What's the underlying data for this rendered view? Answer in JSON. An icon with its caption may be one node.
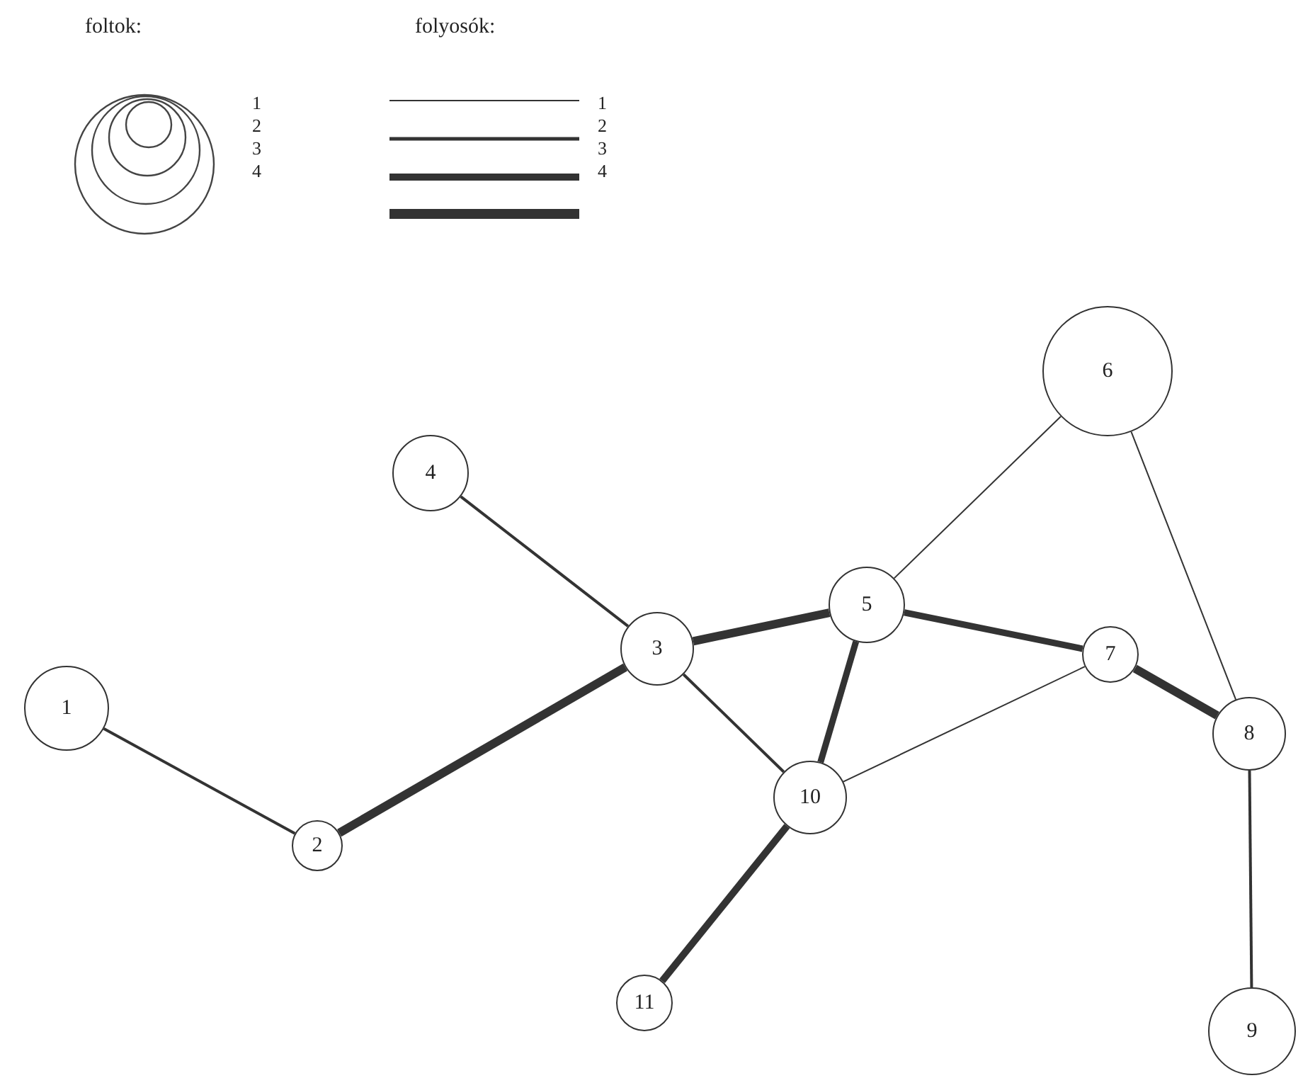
{
  "diagram": {
    "nodes": [
      {
        "text": [
          "1"
        ]
      },
      {
        "text": [
          "2"
        ]
      },
      {
        "text": [
          "3"
        ]
      },
      {
        "text": [
          "4"
        ]
      },
      {
        "text": [
          "5"
        ]
      },
      {
        "text": [
          "6"
        ]
      },
      {
        "text": [
          "7"
        ]
      },
      {
        "text": [
          "8"
        ]
      },
      {
        "text": [
          "9"
        ]
      },
      {
        "text": [
          "10"
        ]
      },
      {
        "text": [
          "11"
        ]
      }
    ],
    "edges": [
      {
        "from": 0,
        "to": 1,
        "arrow": "none"
      },
      {
        "from": 1,
        "to": 2,
        "arrow": "none",
        "style": "thick"
      },
      {
        "from": 3,
        "to": 2,
        "arrow": "none"
      },
      {
        "from": 2,
        "to": 4,
        "arrow": "none",
        "style": "thick"
      },
      {
        "from": 2,
        "to": 9,
        "arrow": "none"
      },
      {
        "from": 4,
        "to": 9,
        "arrow": "none",
        "style": "thick"
      },
      {
        "from": 4,
        "to": 5,
        "arrow": "none"
      },
      {
        "from": 4,
        "to": 6,
        "arrow": "none",
        "style": "thick"
      },
      {
        "from": 5,
        "to": 7,
        "arrow": "none"
      },
      {
        "from": 6,
        "to": 7,
        "arrow": "none",
        "style": "thick"
      },
      {
        "from": 6,
        "to": 9,
        "arrow": "none"
      },
      {
        "from": 9,
        "to": 10,
        "arrow": "none",
        "style": "thick"
      },
      {
        "from": 7,
        "to": 8,
        "arrow": "none"
      }
    ],
    "labels": [
      "foltok:",
      "folyosók:",
      "1",
      "2",
      "3",
      "4",
      "1",
      "2",
      "3",
      "4"
    ]
  }
}
